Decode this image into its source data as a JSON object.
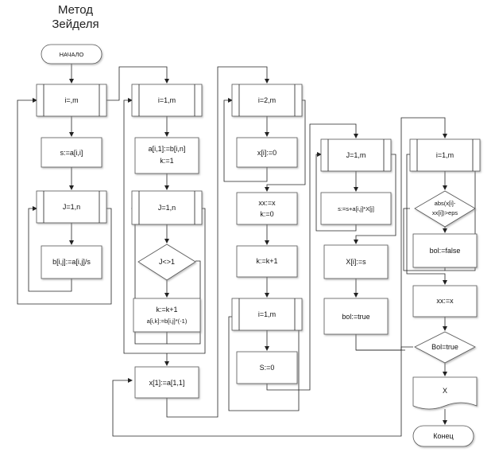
{
  "title": {
    "line1": "Метод",
    "line2": "Зейделя"
  },
  "terminals": {
    "start": "НАЧАЛО",
    "end": "Конец"
  },
  "col1": {
    "loop_i": "i=,m",
    "assign_s": "s:=a[i,i]",
    "loop_j": "J=1,n",
    "assign_b": "b[i,j]:=a[i,j]/s"
  },
  "col2": {
    "loop_i": "i=1,m",
    "assign_a_line1": "a[i,1]:=b[i,n]",
    "assign_a_line2": "k:=1",
    "loop_j": "J=1,n",
    "decision": "J<>1",
    "assign_k_line1": "k:=k+1",
    "assign_k_line2": "a[i,k]:=b[i,j]*(-1)",
    "assign_x1": "x[1]:=a[1,1]"
  },
  "col3": {
    "loop_i2": "i=2,m",
    "assign_xi": "x[i]:=0",
    "assign_xx_line1": "xx:=x",
    "assign_xx_line2": "k:=0",
    "assign_k": "k:=k+1",
    "loop_i1": "i=1,m",
    "assign_S": "S:=0"
  },
  "col4": {
    "loop_j": "J=1,m",
    "assign_s": "s:=s+a[i,j]*X[j]",
    "assign_xs": "X[i]:=s",
    "assign_bol": "bol:=true"
  },
  "col5": {
    "loop_i": "i=1,m",
    "decision_line1": "abs(x[i]-",
    "decision_line2": "xx[i])>eps",
    "assign_bol": "bol:=false",
    "assign_xx": "xx:=x",
    "decision_bol": "Bol=true",
    "output": "X"
  }
}
